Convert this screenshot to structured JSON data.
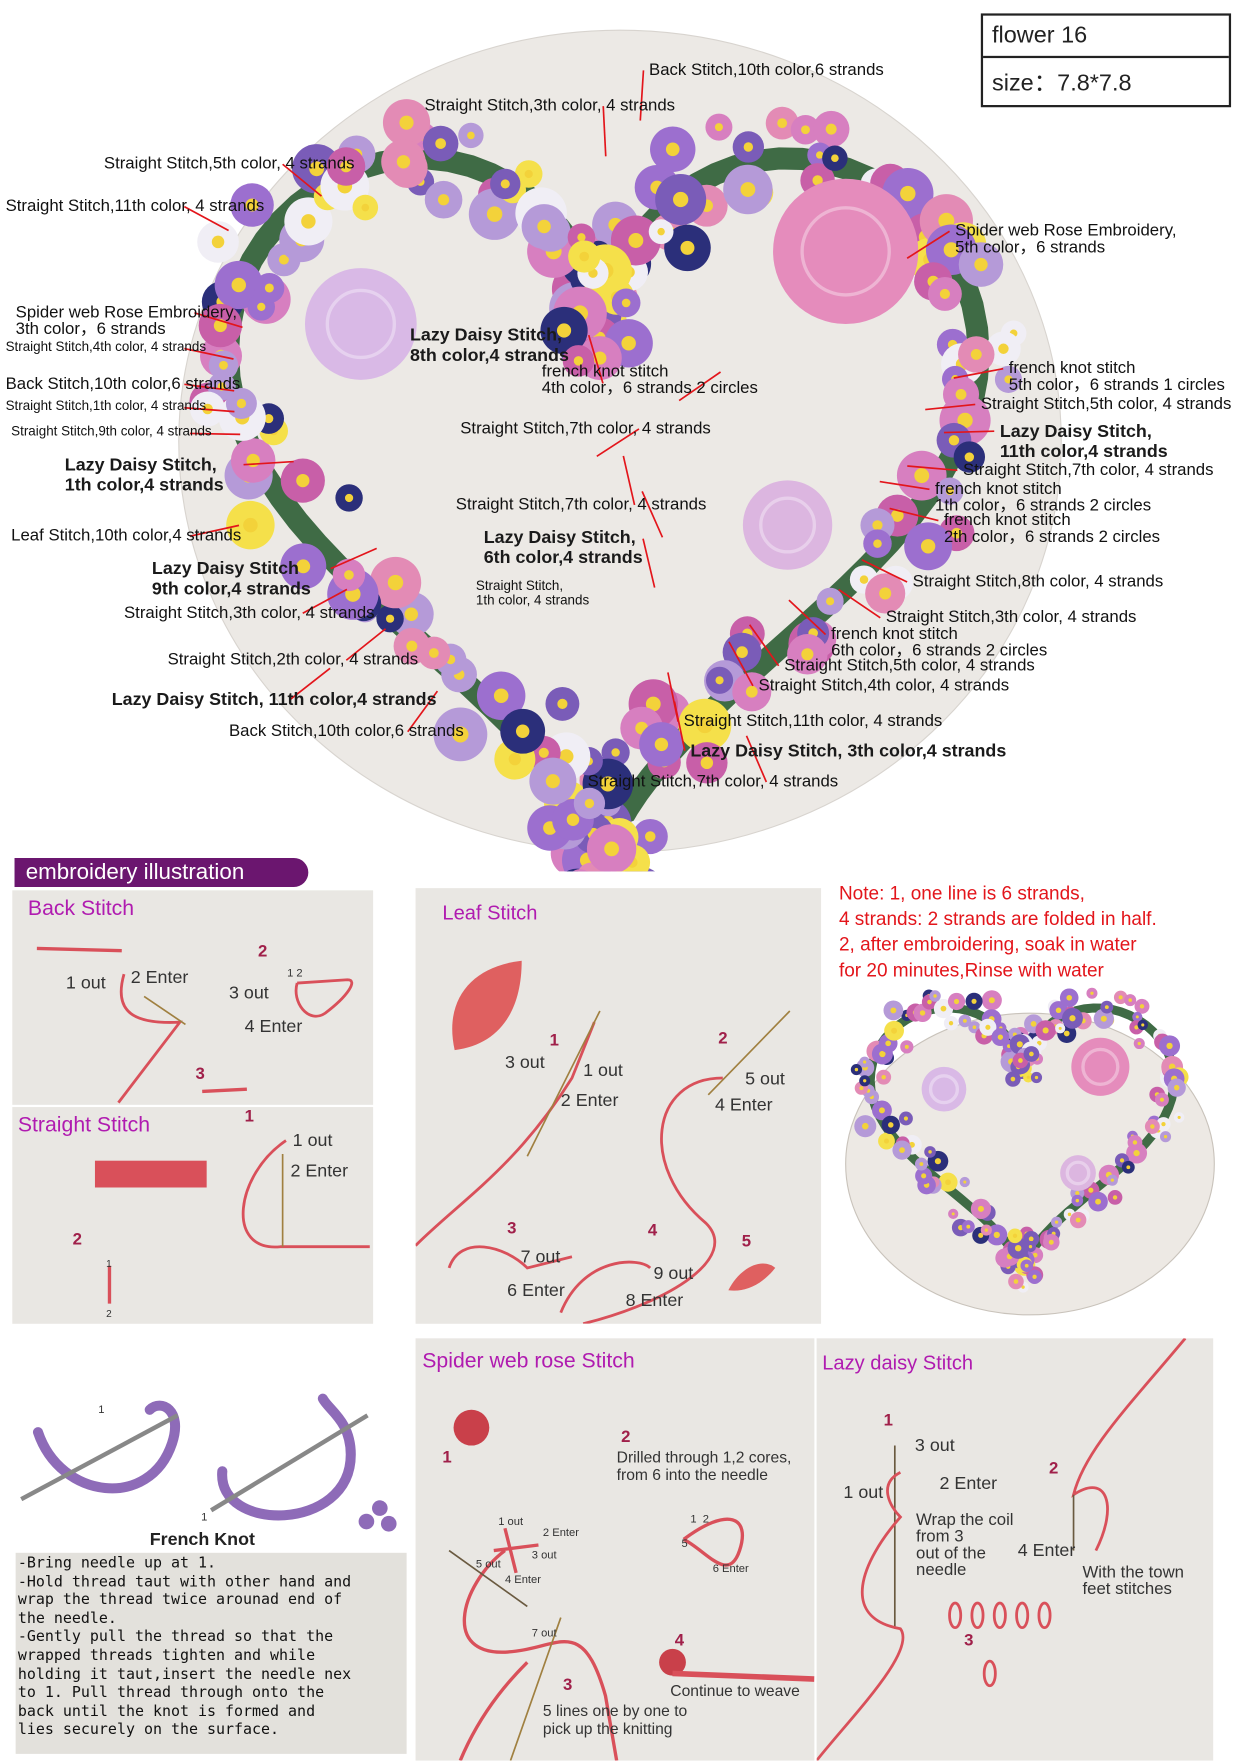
{
  "title_box": {
    "name": "flower 16",
    "size": "size：7.8*7.8"
  },
  "pattern_labels": [
    "Back Stitch,10th color,6 strands",
    "Straight Stitch,3th color, 4 strands",
    "Straight Stitch,5th color, 4 strands",
    "Straight Stitch,11th color, 4 strands",
    "Spider web Rose Embroidery,\n5th color，6 strands",
    "Spider web Rose Embroidery,\n3th color，6 strands",
    "Straight Stitch,4th color, 4 strands",
    "Lazy Daisy Stitch,\n8th color,4 strands",
    "Back Stitch,10th color,6 strands",
    "french knot stitch\n4th color，6 strands 2 circles",
    "Straight Stitch,1th color, 4 strands",
    "Straight Stitch,9th color, 4 strands",
    "Straight Stitch,7th color, 4 strands",
    "Lazy Daisy Stitch,\n1th color,4 strands",
    "french knot stitch\n5th color，6 strands 1 circles",
    "Straight Stitch,5th color, 4 strands",
    "Lazy Daisy Stitch,\n11th color,4 strands",
    "Straight Stitch,7th color, 4 strands",
    "french knot stitch\n1th color，6 strands 2 circles",
    "french knot stitch\n2th color，6 strands 2 circles",
    "Straight Stitch,7th color, 4 strands",
    "Leaf Stitch,10th color,4 strands",
    "Lazy Daisy Stitch,\n6th color,4 strands",
    "Lazy Daisy Stitch\n9th color,4 strands",
    "Straight Stitch,\n1th color, 4 strands",
    "Straight Stitch,8th color, 4 strands",
    "Straight Stitch,3th color, 4 strands",
    "Straight Stitch,3th color, 4 strands",
    "french knot stitch\n6th color，6 strands 2 circles",
    "Straight Stitch,2th color, 4 strands",
    "Straight Stitch,5th color, 4 strands",
    "Straight Stitch,4th color, 4 strands",
    "Lazy Daisy Stitch, 11th color,4 strands",
    "Straight Stitch,11th color, 4 strands",
    "Back Stitch,10th color,6 strands",
    "Lazy Daisy Stitch, 3th color,4 strands",
    "Straight Stitch,7th color, 4 strands"
  ],
  "illustration": {
    "badge": "embroidery illustration",
    "note": "Note: 1, one line is 6 strands,\n4 strands: 2 strands are folded in half.\n2, after embroidering, soak in water\nfor 20 minutes,Rinse with water",
    "back_stitch": {
      "title": "Back Stitch",
      "steps": [
        "1 out",
        "2 Enter",
        "3 out",
        "4 Enter",
        "2",
        "3",
        "1 2"
      ]
    },
    "straight_stitch": {
      "title": "Straight Stitch",
      "steps": [
        "1",
        "1 out",
        "2 Enter",
        "2",
        "1",
        "2"
      ]
    },
    "leaf_stitch": {
      "title": "Leaf Stitch",
      "steps": [
        "1",
        "3 out",
        "1 out",
        "2 Enter",
        "2",
        "5 out",
        "4 Enter",
        "3",
        "7 out",
        "6 Enter",
        "4",
        "9 out",
        "8 Enter",
        "5"
      ]
    },
    "french_knot": {
      "title": "French Knot",
      "step_marks": [
        "1",
        "1"
      ],
      "text": "-Bring needle up at 1.\n-Hold thread taut with other hand and\nwrap the thread twice arounad end of\nthe needle.\n-Gently pull the thread so that the\nwrapped threads tighten and while\nholding it taut,insert the needle nex\nto 1. Pull thread through onto the\nback until the knot is formed and\nlies securely on the surface."
    },
    "spider_web_rose": {
      "title": "Spider web rose Stitch",
      "steps": [
        "1",
        "2",
        "Drilled through 1,2 cores,\nfrom 6 into the needle",
        "1 out",
        "2 Enter",
        "3 out",
        "5 out",
        "4 Enter",
        "1  2",
        "5",
        "6 Enter",
        "7 out",
        "3",
        "5 lines one by one to\npick up the knitting",
        "4",
        "Continue to weave"
      ]
    },
    "lazy_daisy": {
      "title": "Lazy daisy Stitch",
      "steps": [
        "1",
        "3 out",
        "1 out",
        "2 Enter",
        "Wrap the coil\nfrom 3\nout of the\nneedle",
        "2",
        "4 Enter",
        "With the town\nfeet stitches",
        "3"
      ]
    }
  },
  "colors": {
    "accent_red": "#e3151b",
    "badge_purple": "#6b166f",
    "title_magenta": "#b01bb0",
    "thread_red": "#d9505a"
  }
}
